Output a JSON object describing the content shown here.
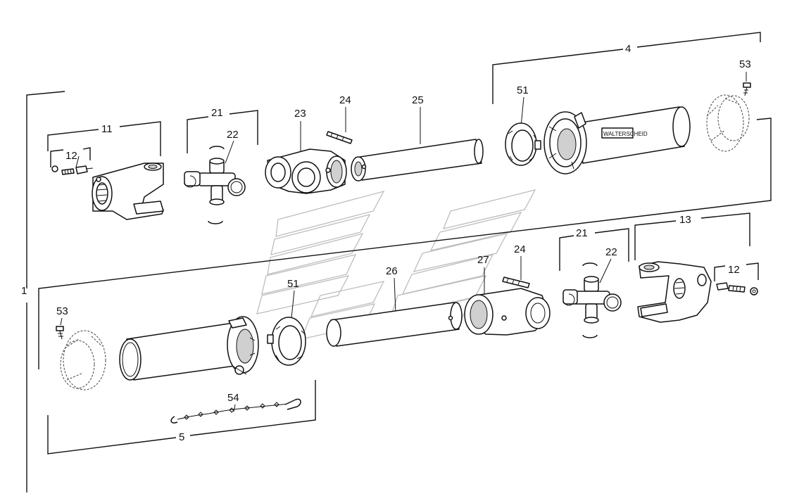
{
  "diagram": {
    "labels": {
      "p1": "1",
      "p4": "4",
      "p5": "5",
      "p11": "11",
      "p12_top": "12",
      "p12_bottom": "12",
      "p13": "13",
      "p21_top": "21",
      "p21_bottom": "21",
      "p22_top": "22",
      "p22_bottom": "22",
      "p23": "23",
      "p24_top": "24",
      "p24_bottom": "24",
      "p25": "25",
      "p26": "26",
      "p27": "27",
      "p51_top": "51",
      "p51_bottom": "51",
      "p53_top": "53",
      "p53_bottom": "53",
      "p54": "54"
    },
    "logo_text": "WALTERSCHEID"
  }
}
